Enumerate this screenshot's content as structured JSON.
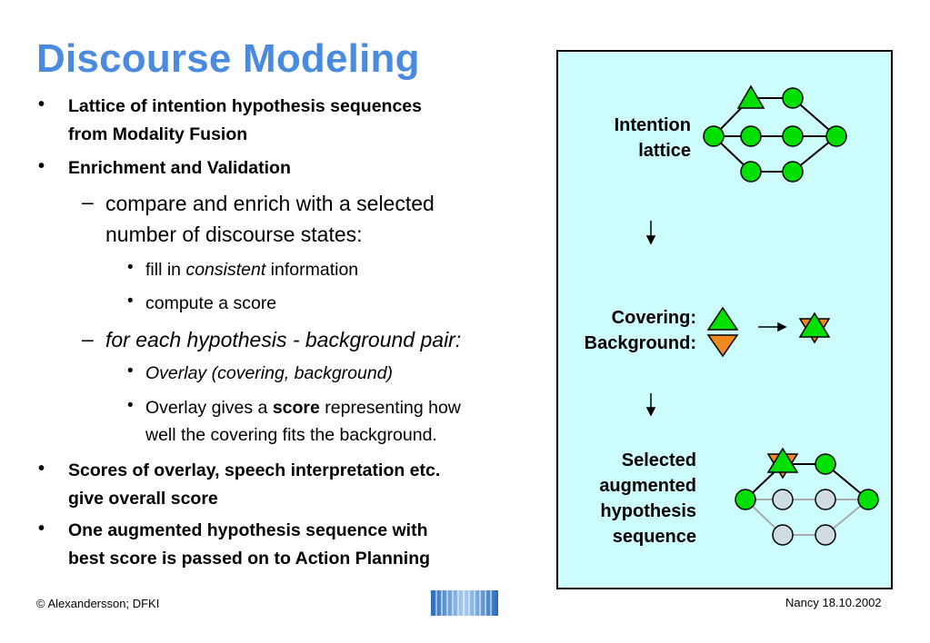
{
  "slide": {
    "title": "Discourse Modeling",
    "bullets": {
      "b1_line1": "Lattice of intention hypothesis sequences",
      "b1_line2": "from Modality Fusion",
      "b2": "Enrichment and Validation",
      "s1_line1": "compare and enrich with a selected",
      "s1_line2": "number of discourse states:",
      "t1_prefix": "fill in ",
      "t1_italic": "consistent",
      "t1_suffix": " information",
      "t2": "compute a score",
      "s2": "for each hypothesis - background pair:",
      "t3": "Overlay (covering, background)",
      "t4_prefix": "Overlay gives a ",
      "t4_bold": "score",
      "t4_suffix": " representing how",
      "t4_line2": "well the covering fits the background.",
      "b3_line1": "Scores of overlay, speech interpretation etc.",
      "b3_line2": "give overall score",
      "b4_line1": "One augmented hypothesis sequence with",
      "b4_line2": "best score is passed on to Action Planning"
    },
    "markers": {
      "bullet": "•",
      "dash": "–",
      "small_bullet": "•"
    }
  },
  "panel": {
    "intention_line1": "Intention",
    "intention_line2": "lattice",
    "covering": "Covering:",
    "background": "Background:",
    "selected_line1": "Selected",
    "selected_line2": "augmented",
    "selected_line3": "hypothesis",
    "selected_line4": "sequence",
    "colors": {
      "background": "#ccfcfc",
      "green_node": "#00e000",
      "grey_node": "#d0dde0",
      "orange": "#f08a20",
      "grey_edge": "#aaaaaa"
    }
  },
  "footer": {
    "left": "© Alexandersson; DFKI",
    "right": "Nancy 18.10.2002"
  }
}
